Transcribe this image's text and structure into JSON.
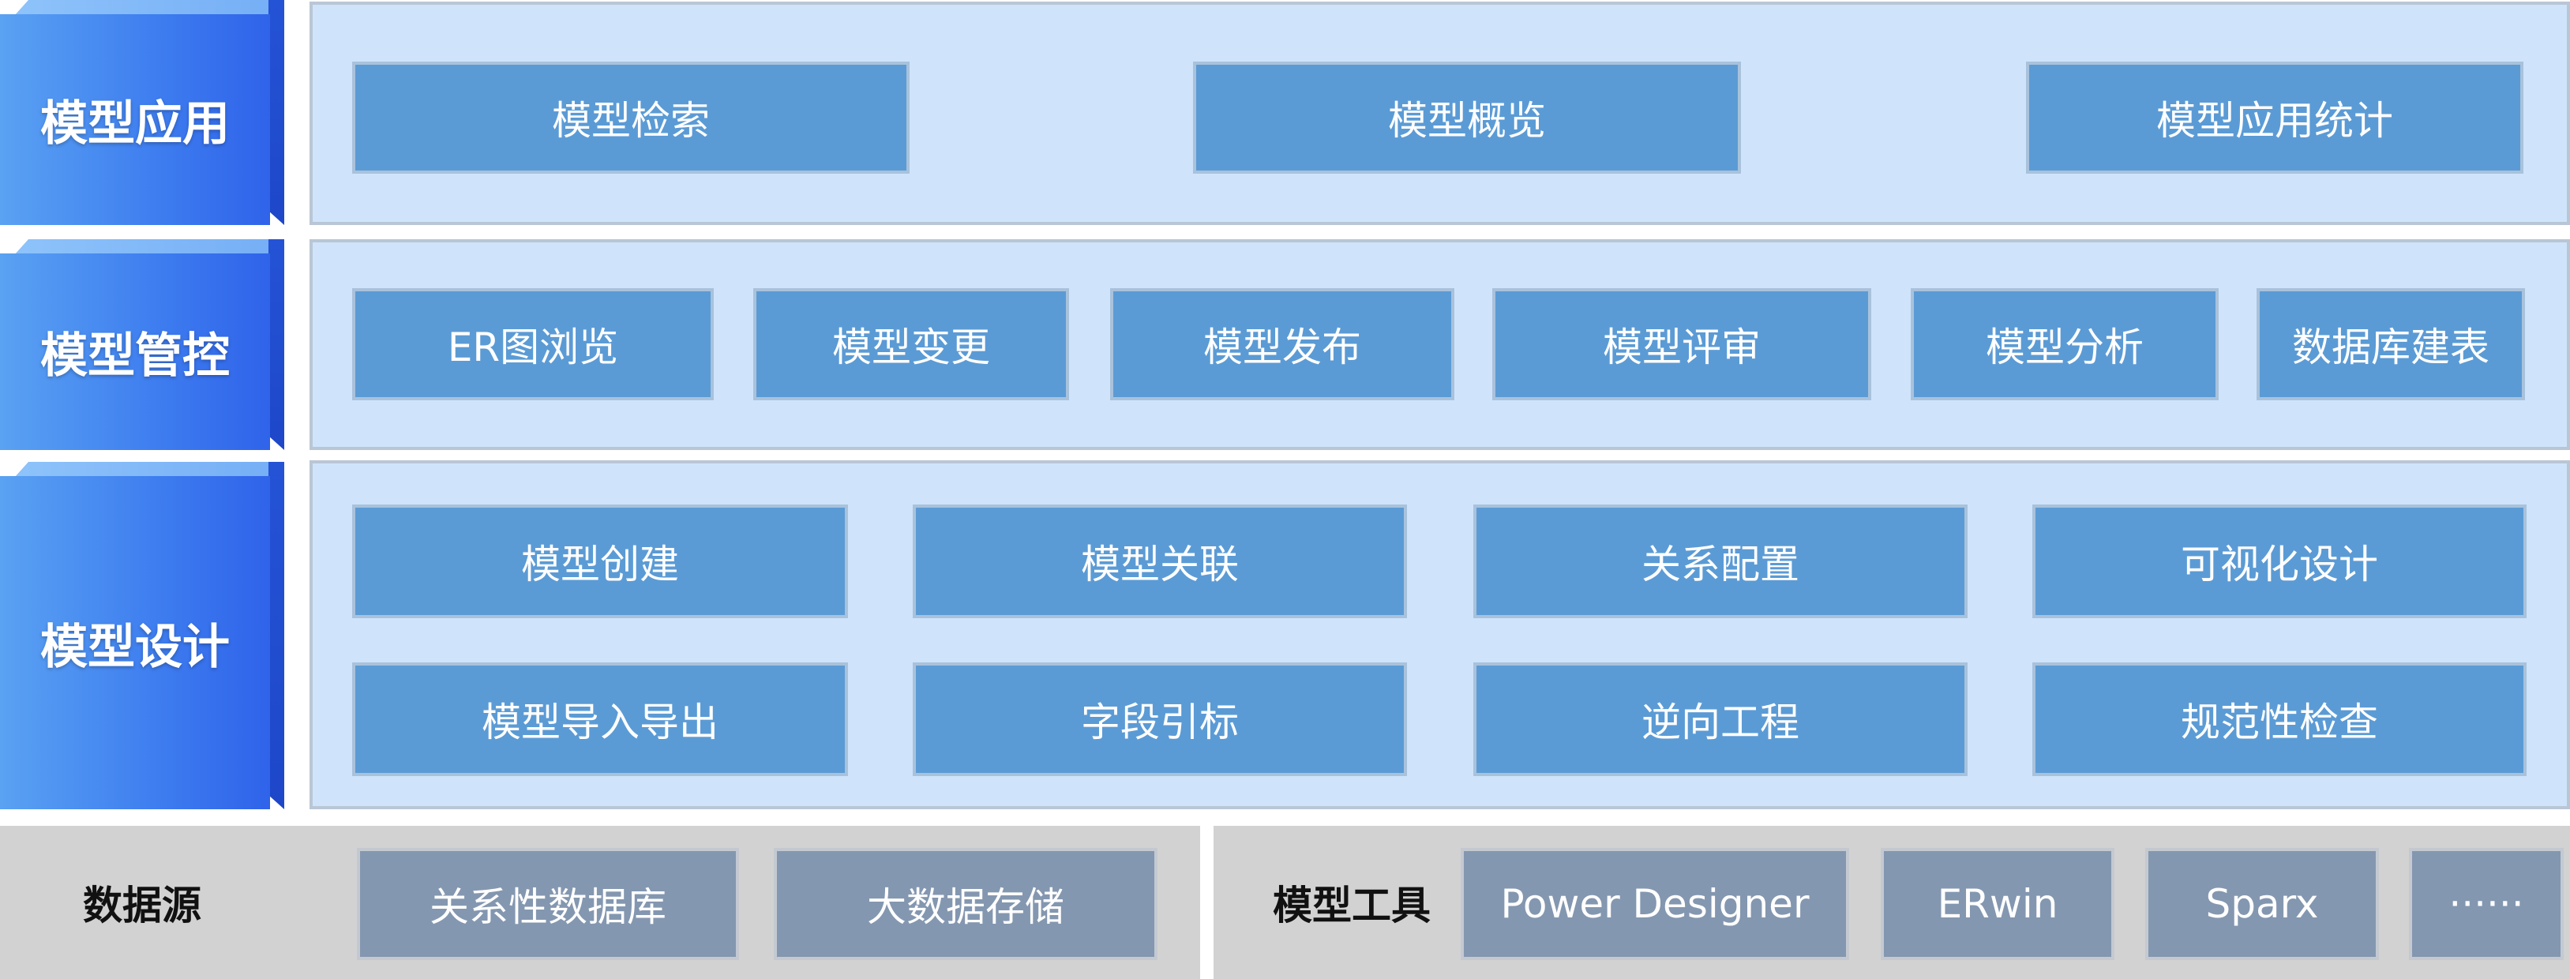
{
  "layers": {
    "application": {
      "label": "模型应用",
      "items": [
        "模型检索",
        "模型概览",
        "模型应用统计"
      ]
    },
    "control": {
      "label": "模型管控",
      "items": [
        "ER图浏览",
        "模型变更",
        "模型发布",
        "模型评审",
        "模型分析",
        "数据库建表"
      ]
    },
    "design": {
      "label": "模型设计",
      "row1": [
        "模型创建",
        "模型关联",
        "关系配置",
        "可视化设计"
      ],
      "row2": [
        "模型导入导出",
        "字段引标",
        "逆向工程",
        "规范性检查"
      ]
    }
  },
  "datasource": {
    "title": "数据源",
    "items": [
      "关系性数据库",
      "大数据存储"
    ]
  },
  "tools": {
    "title": "模型工具",
    "items": [
      "Power Designer",
      "ERwin",
      "Sparx",
      "······"
    ]
  },
  "colors": {
    "layer_label_blue": "#3f7ff0",
    "panel_bg": "#cfe4fb",
    "feature_box": "#5b9bd5",
    "bottom_gray": "#d2d2d2",
    "bottom_box": "#8497b0"
  }
}
